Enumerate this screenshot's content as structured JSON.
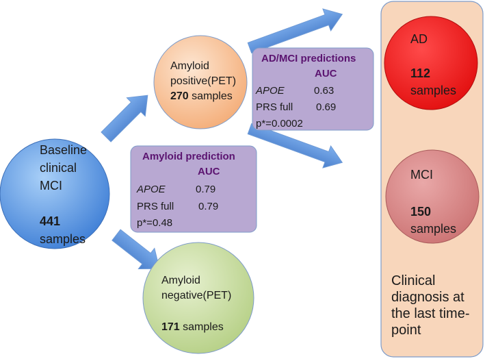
{
  "baseline": {
    "lines": [
      "Baseline",
      "clinical",
      "MCI"
    ],
    "count": "441",
    "unit": "samples",
    "color": "#4a8fe0"
  },
  "amyloid_positive": {
    "line1": "Amyloid",
    "line2": "positive(PET)",
    "count": "270",
    "unit": "samples",
    "color": "#f8c19a"
  },
  "amyloid_negative": {
    "line1": "Amyloid",
    "line2": "negative(PET)",
    "count": "171",
    "unit": "samples",
    "color": "#c9dda3"
  },
  "amyloid_prediction": {
    "title": "Amyloid prediction",
    "auc_header": "AUC",
    "rows": [
      {
        "label": "APOE",
        "value": "0.79"
      },
      {
        "label": "PRS full",
        "value": "0.79"
      }
    ],
    "pvalue": "p*=0.48",
    "color": "#b9a9d2"
  },
  "ad_mci_predictions": {
    "title": "AD/MCI predictions",
    "auc_header": "AUC",
    "rows": [
      {
        "label": "APOE",
        "value": "0.63"
      },
      {
        "label": "PRS full",
        "value": "0.69"
      }
    ],
    "pvalue": "p*=0.0002",
    "color": "#b9a9d2"
  },
  "diagnosis_panel": {
    "label": "Clinical diagnosis at the last time-point",
    "color": "#f8d6bb",
    "ad": {
      "name": "AD",
      "count": "112",
      "unit": "samples",
      "color": "#ee1c1c"
    },
    "mci": {
      "name": "MCI",
      "count": "150",
      "unit": "samples",
      "color": "#d88a8a"
    }
  },
  "colors": {
    "arrow": "#5b8fd6",
    "box_title": "#5b1470"
  }
}
